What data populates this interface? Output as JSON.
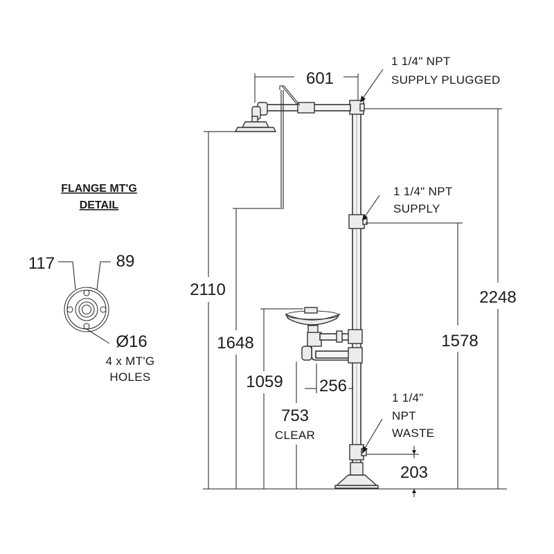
{
  "detail": {
    "title_line1": "FLANGE MT'G",
    "title_line2": "DETAIL",
    "dim_outer": "117",
    "dim_inner": "89",
    "hole_dia": "Ø16",
    "hole_note_line1": "4 x MT'G",
    "hole_note_line2": "HOLES"
  },
  "dimensions": {
    "arm_length": "601",
    "shower_height": "2110",
    "pull_rod_height": "1648",
    "bowl_height": "1059",
    "bowl_offset": "256",
    "clear_height": "753",
    "clear_label": "CLEAR",
    "supply_height": "1578",
    "overall_height": "2248",
    "waste_height": "203"
  },
  "callouts": {
    "top_supply_line1": "1 1/4\" NPT",
    "top_supply_line2": "SUPPLY PLUGGED",
    "mid_supply_line1": "1 1/4\" NPT",
    "mid_supply_line2": "SUPPLY",
    "waste_line1": "1 1/4\"",
    "waste_line2": "NPT",
    "waste_line3": "WASTE"
  }
}
